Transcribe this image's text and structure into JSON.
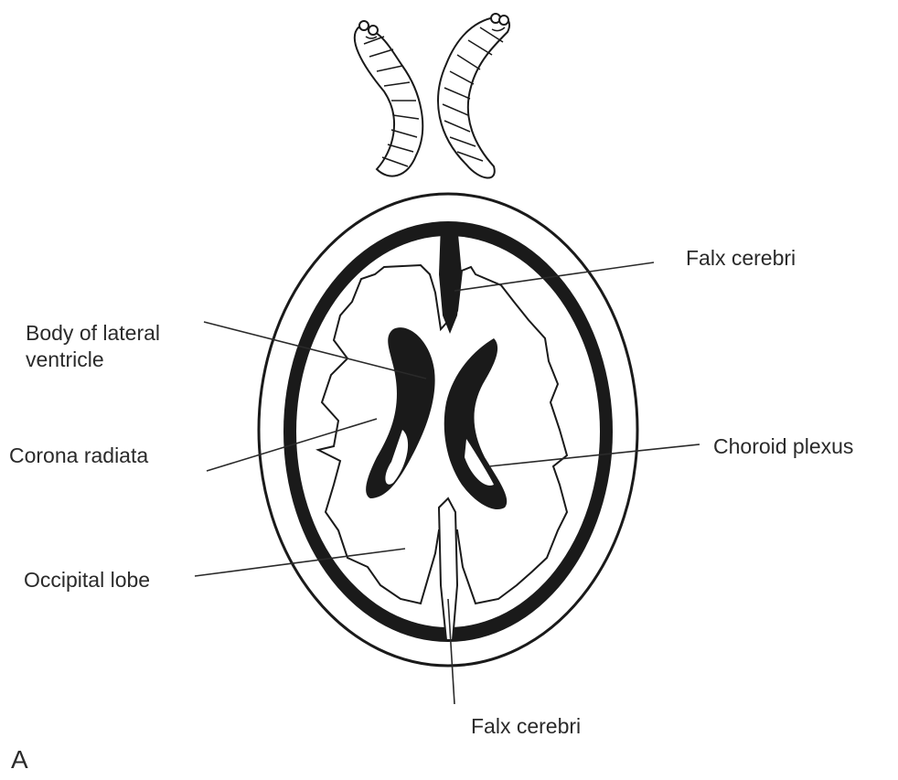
{
  "labels": {
    "falx_top": "Falx cerebri",
    "body_lateral_ventricle": "Body of lateral\nventricle",
    "corona_radiata": "Corona radiata",
    "choroid_plexus": "Choroid plexus",
    "occipital_lobe": "Occipital lobe",
    "falx_bottom": "Falx cerebri"
  },
  "panel_letter": "A",
  "icons": {
    "top_figure": "two-worm-shaped-ventricles-illustration"
  },
  "colors": {
    "ink": "#1a1a1a",
    "text": "#2a2a2a",
    "background": "#ffffff"
  }
}
